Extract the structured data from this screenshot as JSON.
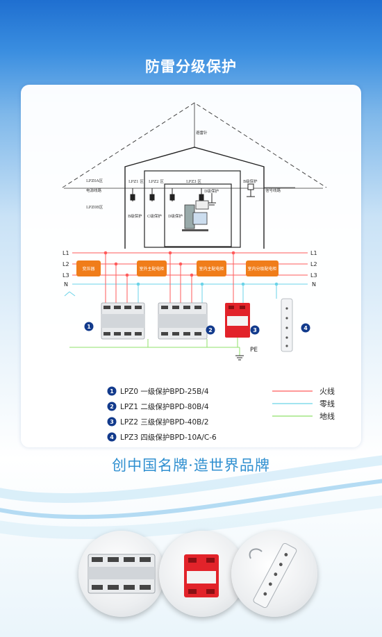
{
  "title": "防雷分级保护",
  "building": {
    "rod_label": "避雷针",
    "zone_lpz0a": "LPZ0A区",
    "power_line": "电源线路",
    "zone_lpz0b": "LPZ0B区",
    "zone_lpz1": "LPZ1 区",
    "zone_lpz2": "LPZ2 区",
    "zone_lpz3": "LPZ3 区",
    "d_protect_label": "D级保护",
    "b_level": "B级保护",
    "c_level": "C级保护",
    "d_level": "D级保护",
    "signal_protect": "B级保护",
    "signal_line": "信号线路"
  },
  "wiring": {
    "lines": [
      "L1",
      "L2",
      "L3",
      "N"
    ],
    "transformer": "变压器",
    "cabinet_outdoor": "室外主配电柜",
    "cabinet_main": "室内主配电柜",
    "cabinet_sub": "室内分级配电柜",
    "pe_label": "PE",
    "device_numbers": [
      "1",
      "2",
      "3",
      "4"
    ]
  },
  "legend": {
    "items": [
      {
        "num": "1",
        "text": "LPZ0 一级保护BPD-25B/4"
      },
      {
        "num": "2",
        "text": "LPZ1 二级保护BPD-80B/4"
      },
      {
        "num": "3",
        "text": "LPZ2 三级保护BPD-40B/2"
      },
      {
        "num": "4",
        "text": "LPZ3 四级保护BPD-10A/C-6"
      }
    ],
    "wires": [
      {
        "label": "火线",
        "color": "#ff5a5a"
      },
      {
        "label": "零线",
        "color": "#6ad3e8"
      },
      {
        "label": "地线",
        "color": "#8fe06a"
      }
    ]
  },
  "slogan": "创中国名牌·造世界品牌",
  "colors": {
    "live": "#ff5a5a",
    "neutral": "#6ad3e8",
    "ground": "#8fe06a",
    "cabinet": "#f07d1a",
    "spd_red": "#e2232a",
    "badge": "#123a8c"
  }
}
